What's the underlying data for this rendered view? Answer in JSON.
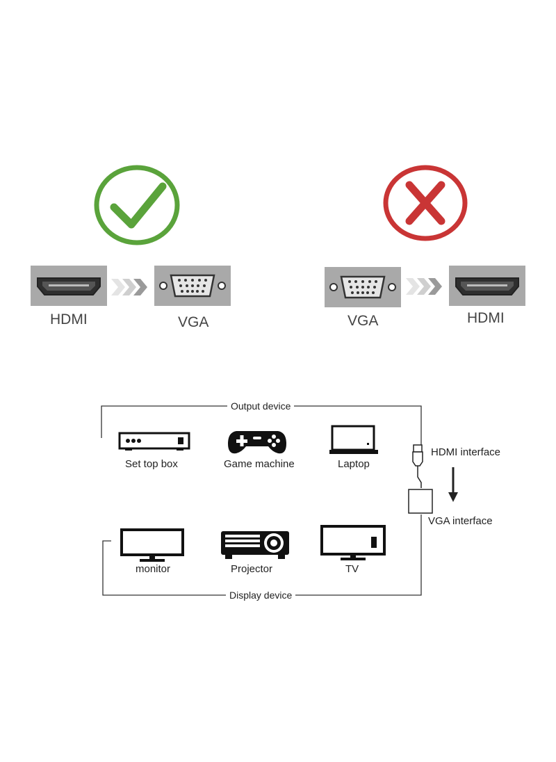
{
  "compatibility": {
    "correct": {
      "icon": "check-icon",
      "color": "#5aa33b",
      "from_label": "HDMI",
      "to_label": "VGA"
    },
    "incorrect": {
      "icon": "cross-icon",
      "color": "#c93535",
      "from_label": "VGA",
      "to_label": "HDMI"
    }
  },
  "diagram": {
    "output_device_label": "Output device",
    "display_device_label": "Display device",
    "hdmi_interface_label": "HDMI interface",
    "vga_interface_label": "VGA interface",
    "output_devices": [
      {
        "label": "Set top box",
        "icon": "set-top-box-icon"
      },
      {
        "label": "Game machine",
        "icon": "gamepad-icon"
      },
      {
        "label": "Laptop",
        "icon": "laptop-icon"
      }
    ],
    "display_devices": [
      {
        "label": "monitor",
        "icon": "monitor-icon"
      },
      {
        "label": "Projector",
        "icon": "projector-icon"
      },
      {
        "label": "TV",
        "icon": "tv-icon"
      }
    ]
  },
  "colors": {
    "connector_box": "#a9a9a9",
    "connector_dark": "#333333",
    "arrow_light": "#dcdcdc"
  }
}
